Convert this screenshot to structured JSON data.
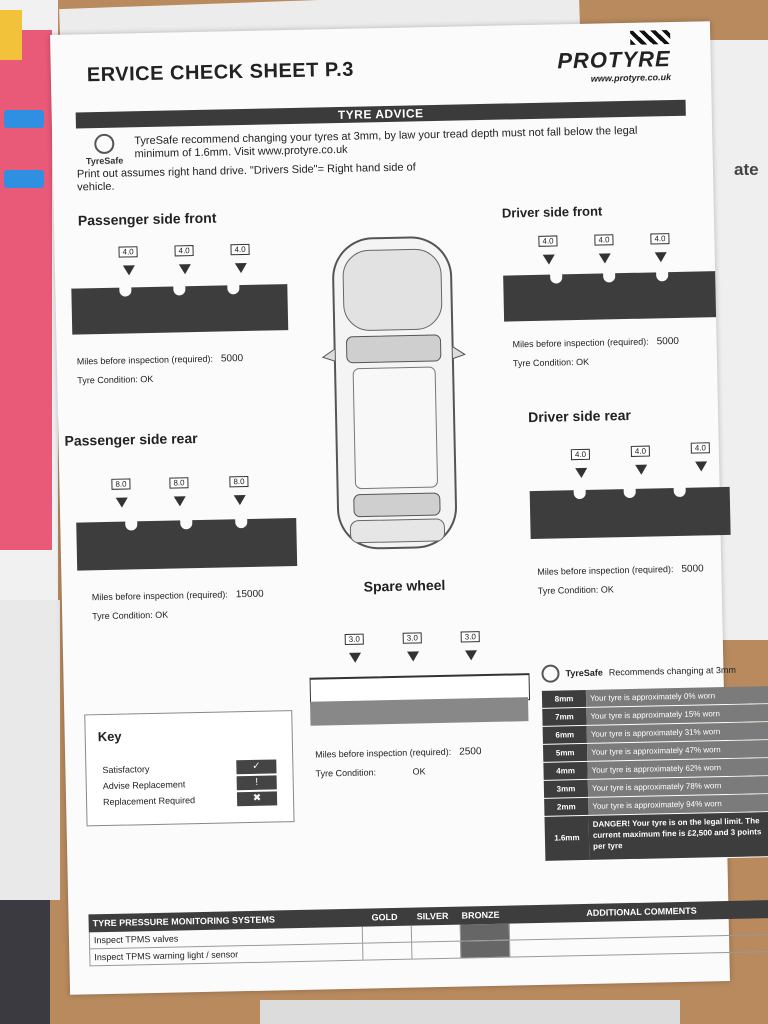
{
  "background": {
    "right_text": "ate"
  },
  "sheet": {
    "title": "ERVICE CHECK SHEET P.3",
    "logo": {
      "brand": "PROTYRE",
      "url": "www.protyre.co.uk"
    },
    "section_bar": "TYRE ADVICE",
    "tyresafe_label": "TyreSafe",
    "intro_line1": "TyreSafe recommend changing your tyres at 3mm, by law your tread depth must not fall below the legal minimum of 1.6mm. Visit www.protyre.co.uk",
    "intro_line2": "Print out assumes right hand drive. \"Drivers Side\"= Right hand side of vehicle.",
    "miles_label": "Miles before inspection (required):",
    "condition_label": "Tyre Condition:",
    "tyres": {
      "passenger_front": {
        "title": "Passenger side front",
        "depths": [
          "4.0",
          "4.0",
          "4.0"
        ],
        "miles": "5000",
        "condition": "OK"
      },
      "driver_front": {
        "title": "Driver side front",
        "depths": [
          "4.0",
          "4.0",
          "4.0"
        ],
        "miles": "5000",
        "condition": "OK"
      },
      "passenger_rear": {
        "title": "Passenger side rear",
        "depths": [
          "8.0",
          "8.0",
          "8.0"
        ],
        "miles": "15000",
        "condition": "OK"
      },
      "driver_rear": {
        "title": "Driver side rear",
        "depths": [
          "4.0",
          "4.0",
          "4.0"
        ],
        "miles": "5000",
        "condition": "OK"
      },
      "spare": {
        "title": "Spare wheel",
        "depths": [
          "3.0",
          "3.0",
          "3.0"
        ],
        "miles": "2500",
        "condition": "OK"
      }
    },
    "key": {
      "title": "Key",
      "rows": [
        {
          "label": "Satisfactory",
          "symbol": "✓"
        },
        {
          "label": "Advise Replacement",
          "symbol": "!"
        },
        {
          "label": "Replacement Required",
          "symbol": "✖"
        }
      ]
    },
    "tread_table": {
      "header_brand": "TyreSafe",
      "header_text": "Recommends changing at 3mm",
      "rows": [
        {
          "mm": "8mm",
          "text": "Your tyre is approximately 0% worn"
        },
        {
          "mm": "7mm",
          "text": "Your tyre is approximately 15% worn"
        },
        {
          "mm": "6mm",
          "text": "Your tyre is approximately 31% worn"
        },
        {
          "mm": "5mm",
          "text": "Your tyre is approximately 47% worn"
        },
        {
          "mm": "4mm",
          "text": "Your tyre is approximately 62% worn"
        },
        {
          "mm": "3mm",
          "text": "Your tyre is approximately 78% worn"
        },
        {
          "mm": "2mm",
          "text": "Your tyre is approximately 94% worn"
        },
        {
          "mm": "1.6mm",
          "text": "DANGER! Your tyre is on the legal limit. The current maximum fine is £2,500 and 3 points per tyre"
        }
      ]
    },
    "tpms": {
      "headers": [
        "TYRE PRESSURE MONITORING SYSTEMS",
        "GOLD",
        "SILVER",
        "BRONZE",
        "ADDITIONAL COMMENTS"
      ],
      "rows": [
        "Inspect TPMS valves",
        "Inspect TPMS warning light / sensor"
      ]
    }
  },
  "colors": {
    "dark_bar": "#3b3b3b",
    "tread": "#3d3d3d",
    "table_grey": "#7b7b7b"
  }
}
